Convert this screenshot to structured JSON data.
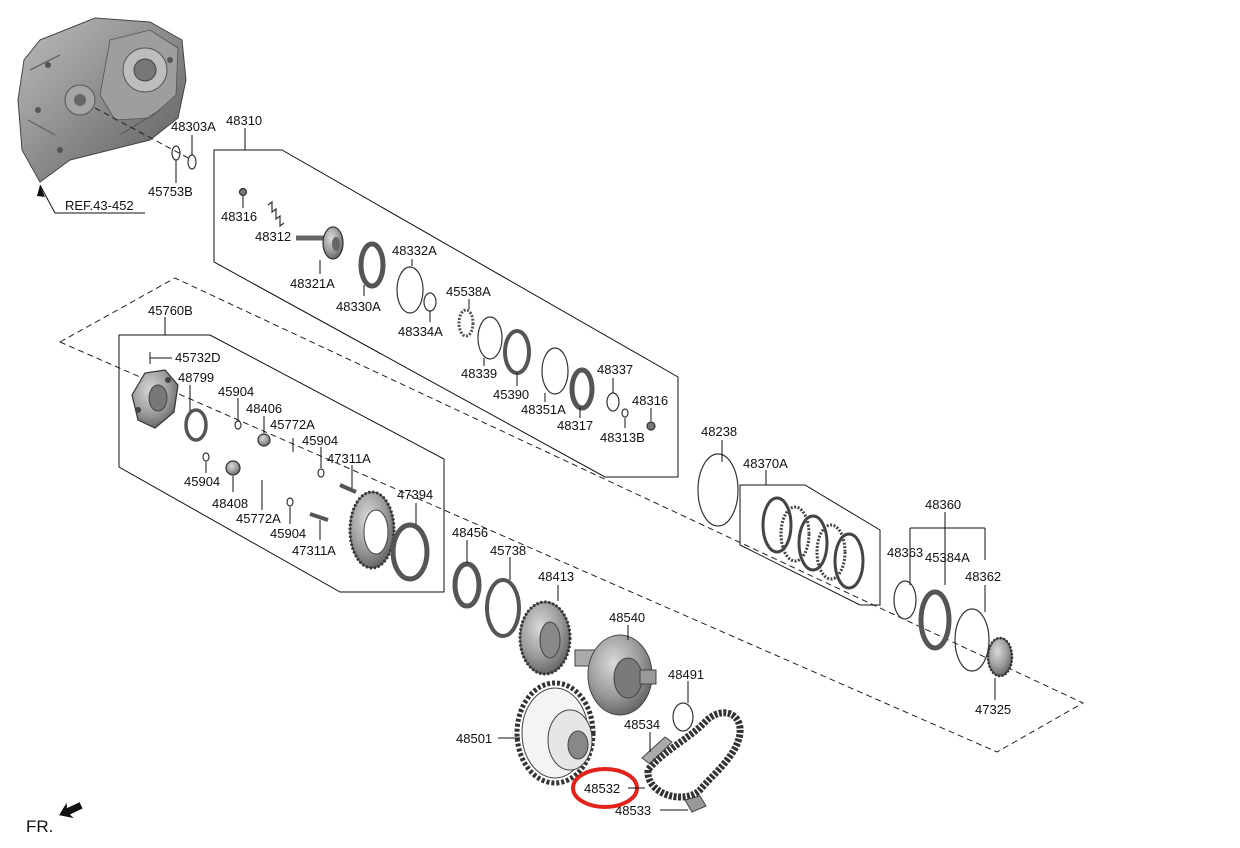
{
  "diagram": {
    "labels": {
      "p48303A": "48303A",
      "p48310": "48310",
      "p45753B": "45753B",
      "ref": "REF.43-452",
      "p48316a": "48316",
      "p48312": "48312",
      "p48321A": "48321A",
      "p48330A": "48330A",
      "p48332A": "48332A",
      "p48334A": "48334A",
      "p45538A": "45538A",
      "p48339": "48339",
      "p45390": "45390",
      "p48351A": "48351A",
      "p48337": "48337",
      "p48317": "48317",
      "p48316b": "48316",
      "p48313B": "48313B",
      "p45760B": "45760B",
      "p45732D": "45732D",
      "p48799": "48799",
      "p45904a": "45904",
      "p48406": "48406",
      "p45772Aa": "45772A",
      "p45904b": "45904",
      "p47311Aa": "47311A",
      "p45904c": "45904",
      "p48408": "48408",
      "p45772Ab": "45772A",
      "p45904d": "45904",
      "p47311Ab": "47311A",
      "p47394": "47394",
      "p48238": "48238",
      "p48370A": "48370A",
      "p48360": "48360",
      "p48363": "48363",
      "p45384A": "45384A",
      "p48362": "48362",
      "p47325": "47325",
      "p48456": "48456",
      "p45738": "45738",
      "p48413": "48413",
      "p48540": "48540",
      "p48491": "48491",
      "p48534": "48534",
      "p48501": "48501",
      "p48532": "48532",
      "p48533": "48533",
      "fr": "FR."
    },
    "highlight_color": "#e3231b",
    "icons": [
      "transmission-case",
      "front-direction-arrow"
    ]
  }
}
